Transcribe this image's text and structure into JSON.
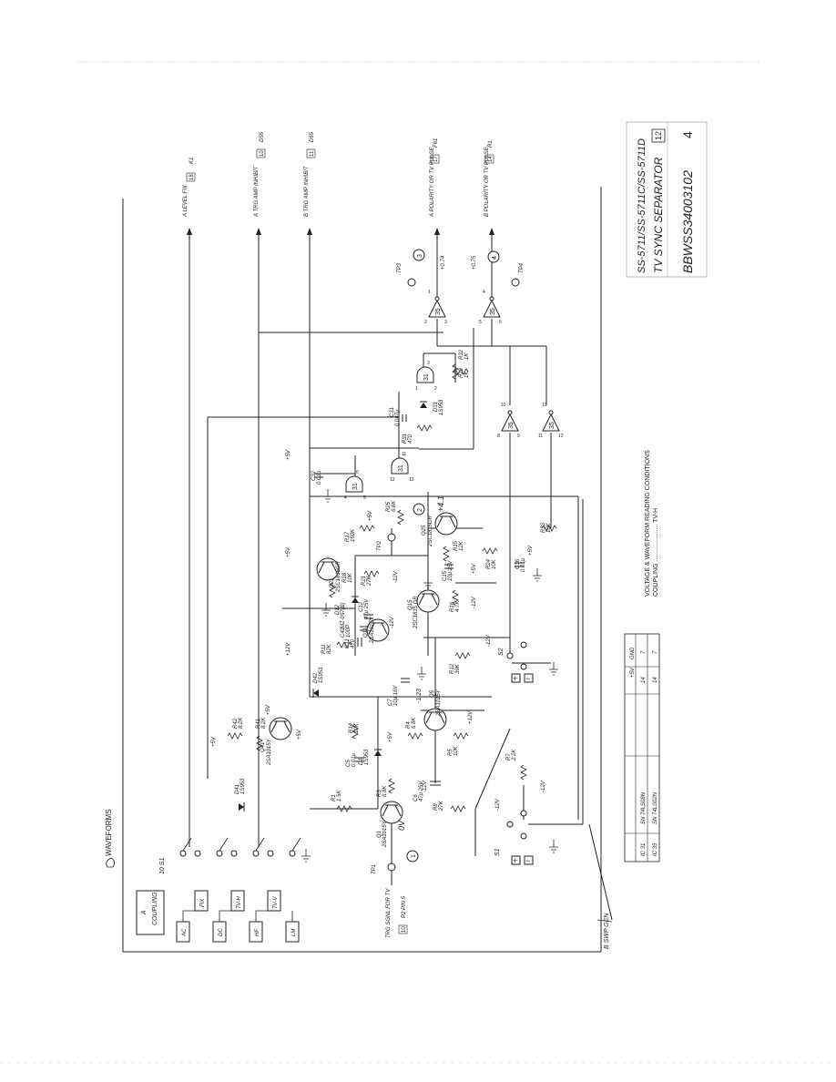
{
  "title_block": {
    "models": "SS-5711/SS-5711C/SS-5711D",
    "title": "TV SYNC SEPARATOR",
    "sheet_no": "12",
    "drawing_no": "BBWSS34003102",
    "revision": "4"
  },
  "waveforms_label": "WAVEFORMS",
  "coupling_panel": {
    "title_a": "A",
    "title_coupling": "COUPLING",
    "buttons": [
      "AC",
      "FIX",
      "DC",
      "TV-H",
      "HF",
      "TV-V",
      "LM"
    ]
  },
  "conditions": {
    "title": "VOLTAGE & WAVEFORM READING CONDITIONS",
    "line": "COUPLING ..................... TV-H"
  },
  "ic_table": {
    "headers": [
      "",
      "",
      "+5V",
      "GND"
    ],
    "rows": [
      [
        "IC 31",
        "SN 74LS08N",
        "14",
        "7"
      ],
      [
        "IC 35",
        "SN 74LS02N",
        "14",
        "7"
      ]
    ]
  },
  "outputs": [
    {
      "text": "A LEVEL FIX",
      "ref": "18",
      "dest": "K1"
    },
    {
      "text": "A TRG AMP INHIBIT",
      "ref": "10",
      "dest": "D55"
    },
    {
      "text": "B TRG AMP INHIBIT",
      "ref": "11",
      "dest": "D55"
    },
    {
      "text": "A POLARITY OR TV PULSE",
      "ref": "17",
      "dest": "F61"
    },
    {
      "text": "B POLARITY OR TV PULSE",
      "ref": "14",
      "dest": "R1"
    }
  ],
  "input": {
    "text": "TRG SGNL FOR TV",
    "ref": "10",
    "dest": "P2 PIN 5"
  },
  "b_swp_gen": "B SWP GEN",
  "test_points": [
    {
      "name": "TP1",
      "circle": "1",
      "voltage": "0V"
    },
    {
      "name": "TP2",
      "circle": "2",
      "voltage": "+4.1"
    },
    {
      "name": "TP3",
      "circle": "3",
      "voltage": "+0.74"
    },
    {
      "name": "TP4",
      "circle": "4",
      "voltage": "+0.75"
    }
  ],
  "node_voltage": "-1.23",
  "switches": {
    "s1": "S1",
    "s2": "S2",
    "s1_3": "10 S1",
    "plus": "+",
    "minus": "−"
  },
  "transistors": [
    {
      "ref": "Q1",
      "part": "2SA1015Y"
    },
    {
      "ref": "Q5",
      "part": "2SA1015Y"
    },
    {
      "ref": "Q11",
      "part": "2SA1015Y"
    },
    {
      "ref": "Q15",
      "part": "2SC1815 GR"
    },
    {
      "ref": "Q21",
      "part": "2SC1815GR"
    },
    {
      "ref": "Q25",
      "part": "2SC1815GR"
    },
    {
      "ref": "Q41",
      "part": "2SA1015Y"
    }
  ],
  "resistors": [
    {
      "ref": "R1",
      "val": "1.5K"
    },
    {
      "ref": "R3",
      "val": "6.8K"
    },
    {
      "ref": "R4",
      "val": "6.8K"
    },
    {
      "ref": "R5",
      "val": "10K"
    },
    {
      "ref": "R7",
      "val": "2.2K"
    },
    {
      "ref": "R8",
      "val": "27K"
    },
    {
      "ref": "R11",
      "val": "82K"
    },
    {
      "ref": "R12",
      "val": "39K"
    },
    {
      "ref": "R14",
      "val": "10K"
    },
    {
      "ref": "R15",
      "val": "12K"
    },
    {
      "ref": "R16",
      "val": "4.7K"
    },
    {
      "ref": "R17",
      "val": "150K"
    },
    {
      "ref": "R18",
      "val": "10K"
    },
    {
      "ref": "R21",
      "val": "27K"
    },
    {
      "ref": "R22",
      "val": "1K"
    },
    {
      "ref": "R24",
      "val": "10K"
    },
    {
      "ref": "R25",
      "val": "6.8K"
    },
    {
      "ref": "R31",
      "val": "470"
    },
    {
      "ref": "R32",
      "val": "1K"
    },
    {
      "ref": "R33",
      "val": "10K"
    },
    {
      "ref": "R41",
      "val": "8.2K"
    },
    {
      "ref": "R42",
      "val": "8.2K"
    }
  ],
  "capacitors": [
    {
      "ref": "C5",
      "val": "0.01μ"
    },
    {
      "ref": "C6",
      "val": "47μ 25V"
    },
    {
      "ref": "C7",
      "val": "10μ 16V"
    },
    {
      "ref": "C11",
      "val": "470"
    },
    {
      "ref": "C12",
      "val": "47μ 25V"
    },
    {
      "ref": "C15",
      "val": "10μ 25V"
    },
    {
      "ref": "C31",
      "val": "0.047μ"
    },
    {
      "ref": "C32",
      "val": "0.01μ"
    },
    {
      "ref": "C36",
      "val": "0.01μ"
    },
    {
      "ref": "C42",
      "val": "100P"
    }
  ],
  "diodes": [
    {
      "ref": "D1",
      "part": "1S953"
    },
    {
      "ref": "D12",
      "part": "MZ-057(B)"
    },
    {
      "ref": "D31",
      "part": "1S953"
    },
    {
      "ref": "D41",
      "part": "1S953"
    },
    {
      "ref": "D42",
      "part": "1S953"
    }
  ],
  "gates": [
    {
      "ic": "31",
      "pins": [
        "1",
        "2",
        "3"
      ]
    },
    {
      "ic": "31",
      "pins": [
        "4",
        "5",
        "6"
      ]
    },
    {
      "ic": "31",
      "pins": [
        "12",
        "13",
        "11"
      ]
    },
    {
      "ic": "35",
      "pins": [
        "2",
        "3",
        "1"
      ]
    },
    {
      "ic": "35",
      "pins": [
        "5",
        "6",
        "4"
      ]
    },
    {
      "ic": "35",
      "pins": [
        "8",
        "9",
        "10"
      ]
    },
    {
      "ic": "35",
      "pins": [
        "11",
        "12",
        "13"
      ]
    }
  ],
  "rails": {
    "p5": "+5V",
    "p12": "+12V",
    "m12": "-12V"
  },
  "colors": {
    "ink": "#222222",
    "paper": "#ffffff"
  }
}
